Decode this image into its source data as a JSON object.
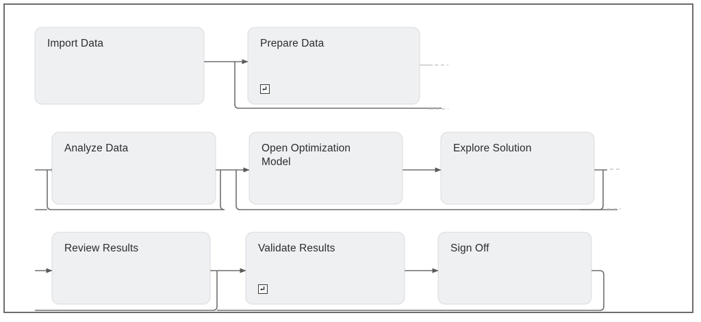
{
  "diagram": {
    "type": "process-flow",
    "title": "",
    "frame": {
      "border_color": "#6b6b6b",
      "background": "#ffffff"
    },
    "style": {
      "node_fill": "#eff0f2",
      "node_border": "#e3e4e7",
      "node_text_color": "#2b2b2b",
      "connector_color": "#6e6e6e",
      "faded_connector_color": "#c7c7c7"
    },
    "rows": [
      {
        "name": "row-1",
        "nodes": [
          {
            "id": "import-data",
            "label": "Import Data",
            "marker": "none"
          },
          {
            "id": "prepare-data",
            "label": "Prepare Data",
            "marker": "subprocess-icon"
          }
        ]
      },
      {
        "name": "row-2",
        "nodes": [
          {
            "id": "analyze-data",
            "label": "Analyze Data",
            "marker": "none"
          },
          {
            "id": "open-optimization-model",
            "label": "Open Optimization\nModel",
            "marker": "none"
          },
          {
            "id": "explore-solution",
            "label": "Explore Solution",
            "marker": "none"
          }
        ]
      },
      {
        "name": "row-3",
        "nodes": [
          {
            "id": "review-results",
            "label": "Review Results",
            "marker": "none"
          },
          {
            "id": "validate-results",
            "label": "Validate Results",
            "marker": "subprocess-icon"
          },
          {
            "id": "sign-off",
            "label": "Sign Off",
            "marker": "none"
          }
        ]
      }
    ],
    "flow_sequence": [
      "Import Data",
      "Prepare Data",
      "Analyze Data",
      "Open Optimization Model",
      "Explore Solution",
      "Review Results",
      "Validate Results",
      "Sign Off"
    ]
  }
}
